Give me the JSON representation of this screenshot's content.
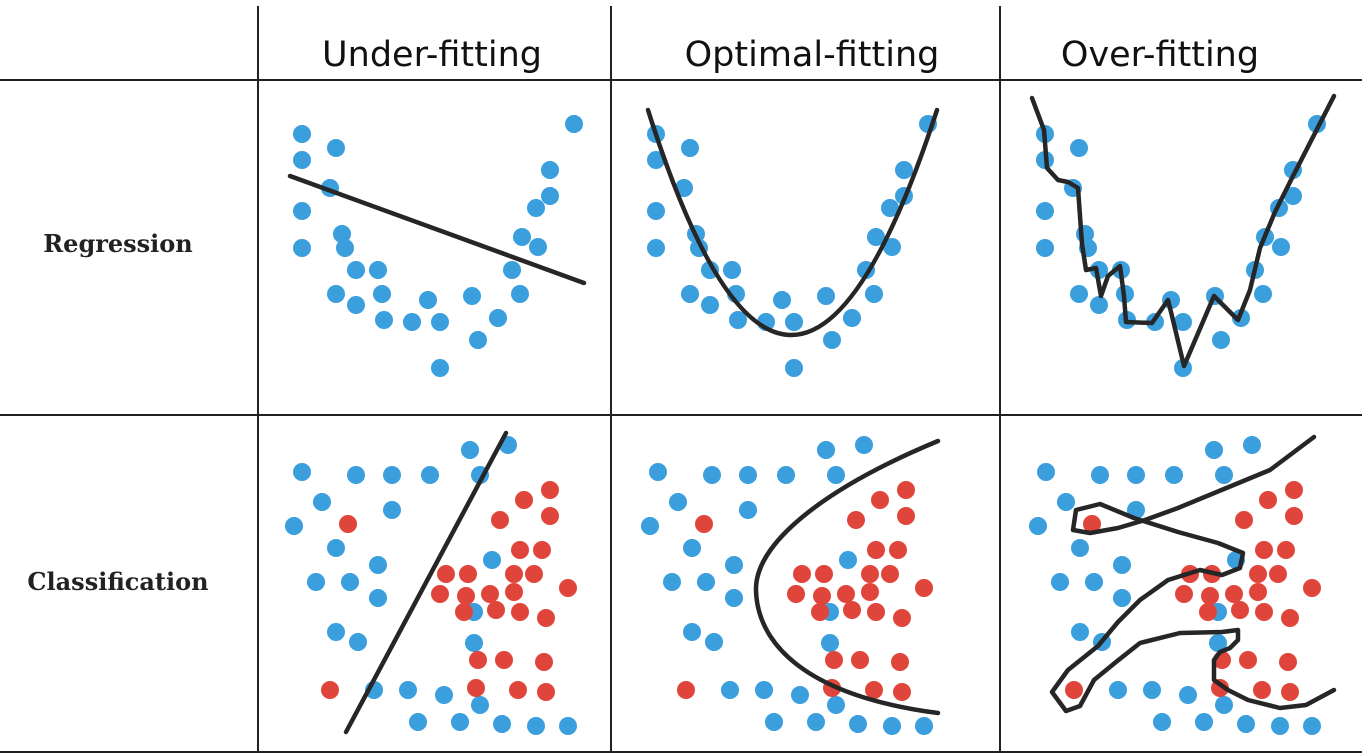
{
  "headers": {
    "columns": [
      "Under-fitting",
      "Optimal-fitting",
      "Over-fitting"
    ],
    "rows": [
      "Regression",
      "Classification"
    ]
  },
  "colors": {
    "blue_point": "#3a9fdc",
    "red_point": "#e0453b",
    "fit_line": "#262626",
    "grid": "#222222"
  }
}
